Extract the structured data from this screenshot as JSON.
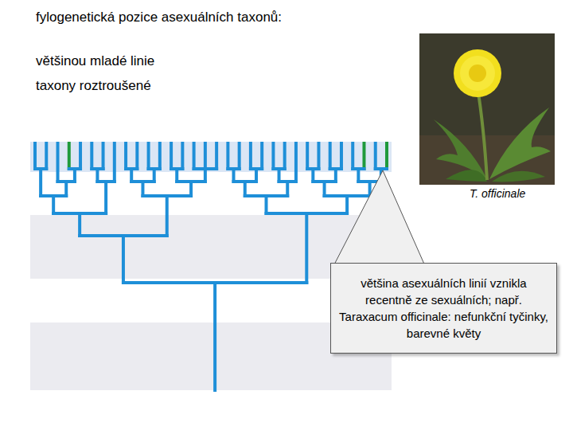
{
  "diagram": {
    "title": "fylogenetická pozice asexuálních taxonů:",
    "nodes": [
      {
        "text": [
          "většina asexuálních linií vznikla recentně ze sexuálních; např. Taraxacum officinale: nefunkční tyčinky, barevné květy"
        ]
      }
    ],
    "labels": [
      "většinou mladé linie",
      "taxony roztroušené",
      "T. officinale"
    ]
  }
}
